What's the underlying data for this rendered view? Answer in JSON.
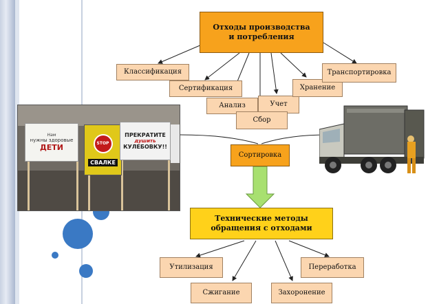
{
  "diagram": {
    "top": "Отходы производства и потребления",
    "stages": {
      "classification": "Классификация",
      "certification": "Сертификация",
      "analysis": "Анализ",
      "accounting": "Учет",
      "storage": "Хранение",
      "transport": "Транспортировка",
      "collection": "Сбор"
    },
    "sorting": "Сортировка",
    "methods": "Технические методы обращения с отходами",
    "outcomes": {
      "utilization": "Утилизация",
      "processing": "Переработка",
      "incineration": "Сжигание",
      "burial": "Захоронение"
    }
  },
  "photo": {
    "sign1_line1": "Нам",
    "sign1_line2": "нужны здоровые",
    "sign1_line3": "ДЕТИ",
    "sign2_stop": "STOP",
    "sign2_text": "СВАЛКЕ",
    "sign3_line1": "ПРЕКРАТИТЕ",
    "sign3_line2": "душить",
    "sign3_line3": "КУЛЕБОВКУ!!"
  },
  "colors": {
    "peach": "#fbd6b0",
    "orange": "#f7a21c",
    "yellow": "#ffd11a",
    "arrow": "#a8e070",
    "dots": "#3a79c4"
  }
}
